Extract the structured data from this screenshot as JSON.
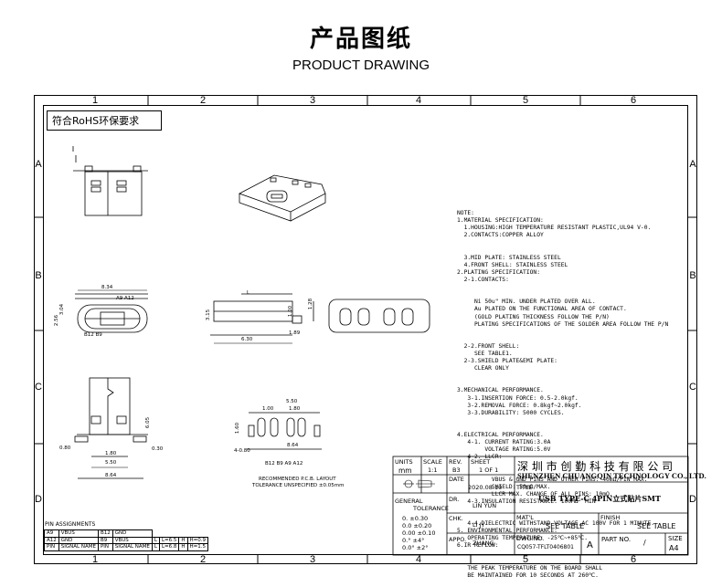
{
  "header": {
    "title_cn": "产品图纸",
    "title_en": "PRODUCT DRAWING"
  },
  "grid": {
    "columns": [
      "1",
      "2",
      "3",
      "4",
      "5",
      "6"
    ],
    "rows": [
      "A",
      "B",
      "C",
      "D"
    ]
  },
  "rohs_label": "符合RoHS环保要求",
  "notes": [
    "NOTE:",
    "1.MATERIAL SPECIFICATION:",
    "  1.HOUSING:HIGH TEMPERATURE RESISTANT PLASTIC,UL94 V-0.",
    "  2.CONTACTS:COPPER ALLOY",
    "  3.MID PLATE: STAINLESS STEEL",
    "  4.FRONT SHELL: STAINLESS STEEL",
    "2.PLATING SPECIFICATION:",
    "  2-1.CONTACTS:",
    "     Ni 50u\" MIN. UNDER PLATED OVER ALL.",
    "     Au PLATED ON THE FUNCTIONAL AREA OF CONTACT.",
    "     (GOLD PLATING THICKNESS FOLLOW THE P/N)",
    "     PLATING SPECIFICATIONS OF THE SOLDER AREA FOLLOW THE P/N",
    "  2-2.FRONT SHELL:",
    "     SEE TABLE1.",
    "  2-3.SHIELD PLATE&EMI PLATE:",
    "     CLEAR ONLY",
    "3.MECHANICAL PERFORMANCE.",
    "   3-1.INSERTION FORCE: 0.5-2.0kgf.",
    "   3-2.REMOVAL FORCE: 0.8kgf~2.0kgf.",
    "   3-3.DURABILITY: 5000 CYCLES.",
    "4.ELECTRICAL PERFORMANCE.",
    "   4-1. CURRENT RATING:3.0A",
    "        VOLTAGE RATING:5.0V",
    "   4-2. LLCR:",
    "          VBUS & GND PINS AND OTHER PINS: 40mΩ/PIN MAX.",
    "          SHIELD: 50mΩ/MAX.",
    "          LLCR MAX. CHANGE OF ALL PINS: 10mΩ.",
    "   4-3.INSULATION RESISTANCE: 100MΩ  MIN",
    "   4-4.DIELECTRIC WITHSTAND VOLTAGE,AC 100V FOR 1 MINUTE.",
    "5. ENVIRONMENTAL PERFORMANCE:",
    "   OPERATING TEMPERATURE: -25℃~+85℃.",
    "6.IR REFLOW:",
    "   THE PEAK TEMPERATURE ON THE BOARD SHALL",
    "   BE MAINTAINED FOR 10 SECONDS AT 260℃."
  ],
  "dims": {
    "d834": "8.34",
    "a9a12": "A9  A12",
    "b12b9": "B12  B9",
    "d256": "2.56",
    "d304": "3.04",
    "l": "L",
    "d128": "1.28",
    "d315": "3.15",
    "d100": "1.00",
    "d630": "6.30",
    "d189": "1.89",
    "d605": "6.05",
    "d080": "0.80",
    "d030": "0.30",
    "d180": "1.80",
    "d550": "5.50",
    "d864": "8.64",
    "p550": "5.50",
    "p180": "1.80",
    "p100": "1.00",
    "p080": "4-0.80",
    "p864": "8.64",
    "p160": "1.60",
    "pin_labels": "B12   B9   A9   A12",
    "pcb_title": "RECOMMENDED P.C.B. LAYOUT",
    "pcb_tol": "TOLERANCE UNSPECIFIED ±0.05mm"
  },
  "pin_assign": {
    "title": "PIN ASSIGNMENTS",
    "rows": [
      [
        "A9",
        "VBUS",
        "B12",
        "GND"
      ],
      [
        "A12",
        "GND",
        "B9",
        "VBUS"
      ],
      [
        "PIN",
        "SIGNAL NAME",
        "PIN",
        "SIGNAL NAME"
      ]
    ],
    "lh": [
      [
        "L",
        "L=6.5",
        "H",
        "H=0.9"
      ],
      [
        "L",
        "L=6.8",
        "H",
        "H=1.5"
      ]
    ]
  },
  "title_block": {
    "units_h": "UNITS",
    "units": "mm",
    "scale_h": "SCALE",
    "scale": "1:1",
    "rev_h": "REV.",
    "rev": "B3",
    "sheet_h": "SHEET",
    "sheet": "1  OF 1",
    "date_h": "DATE",
    "date": "2020.08.10",
    "general": "GENERAL",
    "tolerance": "TOLERANCE",
    "tol_lines": [
      "0.   ±0.30",
      "0.0  ±0.20",
      "0.00 ±0.10",
      "0.°  ±4°",
      "0.0° ±2°"
    ],
    "dr_h": "DR.",
    "dr": "LIN YUN",
    "chk_h": "CHK.",
    "chk": "LI JY",
    "appo_h": "APPO.",
    "appo": "ZHANG",
    "company_cn": "深 圳 市 创 勤 科 技 有 限 公 司",
    "company_en": "SHENZHEN CHUANGQIN TECHNOLOGY CO., LTD.",
    "title_h": "TITLE",
    "title": "USB TYPE-C 4PIN立式贴片SMT",
    "matl_h": "MAT'L",
    "matl": "SEE TABLE",
    "finish_h": "FINISH",
    "finish": "SEE TABLE",
    "dwg_h": "DWG.NO.",
    "dwg": "CQ057-TFLT0406801",
    "dwg_rev": "A",
    "part_h": "PART NO.",
    "part": "/",
    "size_h": "SIZE",
    "size": "A4"
  }
}
